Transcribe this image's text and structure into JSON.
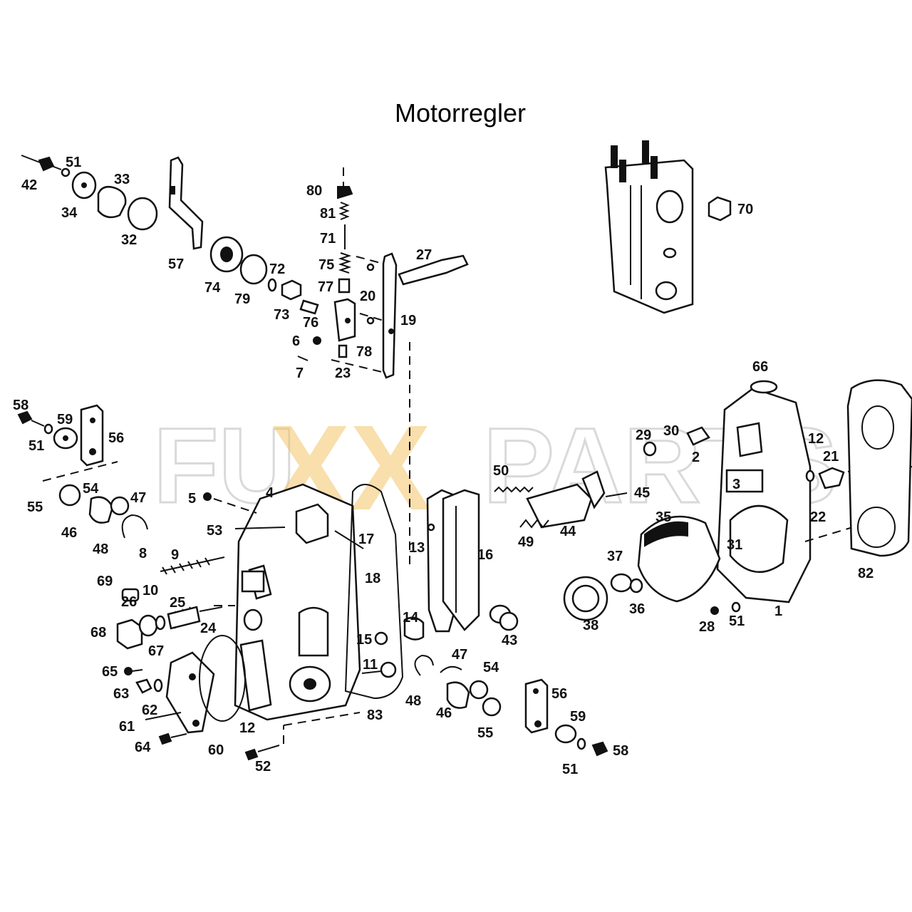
{
  "title": "Motorregler",
  "watermark": {
    "left": "FU",
    "middle": "XX",
    "right": "PARTS",
    "accent_color": "#f4c56a"
  },
  "labels": [
    {
      "id": "l42",
      "text": "42"
    },
    {
      "id": "l51a",
      "text": "51"
    },
    {
      "id": "l33",
      "text": "33"
    },
    {
      "id": "l34",
      "text": "34"
    },
    {
      "id": "l32",
      "text": "32"
    },
    {
      "id": "l57",
      "text": "57"
    },
    {
      "id": "l74",
      "text": "74"
    },
    {
      "id": "l79",
      "text": "79"
    },
    {
      "id": "l72",
      "text": "72"
    },
    {
      "id": "l73",
      "text": "73"
    },
    {
      "id": "l80",
      "text": "80"
    },
    {
      "id": "l81",
      "text": "81"
    },
    {
      "id": "l71",
      "text": "71"
    },
    {
      "id": "l75",
      "text": "75"
    },
    {
      "id": "l77",
      "text": "77"
    },
    {
      "id": "l76",
      "text": "76"
    },
    {
      "id": "l6",
      "text": "6"
    },
    {
      "id": "l78",
      "text": "78"
    },
    {
      "id": "l7",
      "text": "7"
    },
    {
      "id": "l23",
      "text": "23"
    },
    {
      "id": "l20",
      "text": "20"
    },
    {
      "id": "l19",
      "text": "19"
    },
    {
      "id": "l27",
      "text": "27"
    },
    {
      "id": "l70",
      "text": "70"
    },
    {
      "id": "l66",
      "text": "66"
    },
    {
      "id": "l58a",
      "text": "58"
    },
    {
      "id": "l59a",
      "text": "59"
    },
    {
      "id": "l56a",
      "text": "56"
    },
    {
      "id": "l51b",
      "text": "51"
    },
    {
      "id": "l55a",
      "text": "55"
    },
    {
      "id": "l54a",
      "text": "54"
    },
    {
      "id": "l47a",
      "text": "47"
    },
    {
      "id": "l46a",
      "text": "46"
    },
    {
      "id": "l48a",
      "text": "48"
    },
    {
      "id": "l5",
      "text": "5"
    },
    {
      "id": "l4",
      "text": "4"
    },
    {
      "id": "l53",
      "text": "53"
    },
    {
      "id": "l9",
      "text": "9"
    },
    {
      "id": "l8",
      "text": "8"
    },
    {
      "id": "l69",
      "text": "69"
    },
    {
      "id": "l10",
      "text": "10"
    },
    {
      "id": "l17",
      "text": "17"
    },
    {
      "id": "l18",
      "text": "18"
    },
    {
      "id": "l13",
      "text": "13"
    },
    {
      "id": "l16",
      "text": "16"
    },
    {
      "id": "l50",
      "text": "50"
    },
    {
      "id": "l45",
      "text": "45"
    },
    {
      "id": "l44",
      "text": "44"
    },
    {
      "id": "l49",
      "text": "49"
    },
    {
      "id": "l29",
      "text": "29"
    },
    {
      "id": "l30",
      "text": "30"
    },
    {
      "id": "l2",
      "text": "2"
    },
    {
      "id": "l12a",
      "text": "12"
    },
    {
      "id": "l21",
      "text": "21"
    },
    {
      "id": "l3",
      "text": "3"
    },
    {
      "id": "l22",
      "text": "22"
    },
    {
      "id": "l82",
      "text": "82"
    },
    {
      "id": "l35",
      "text": "35"
    },
    {
      "id": "l31",
      "text": "31"
    },
    {
      "id": "l37",
      "text": "37"
    },
    {
      "id": "l36",
      "text": "36"
    },
    {
      "id": "l38",
      "text": "38"
    },
    {
      "id": "l28",
      "text": "28"
    },
    {
      "id": "l51c",
      "text": "51"
    },
    {
      "id": "l1",
      "text": "1"
    },
    {
      "id": "l26",
      "text": "26"
    },
    {
      "id": "l25",
      "text": "25"
    },
    {
      "id": "l24",
      "text": "24"
    },
    {
      "id": "l68",
      "text": "68"
    },
    {
      "id": "l67",
      "text": "67"
    },
    {
      "id": "l65",
      "text": "65"
    },
    {
      "id": "l63",
      "text": "63"
    },
    {
      "id": "l62",
      "text": "62"
    },
    {
      "id": "l61",
      "text": "61"
    },
    {
      "id": "l64",
      "text": "64"
    },
    {
      "id": "l60",
      "text": "60"
    },
    {
      "id": "l12b",
      "text": "12"
    },
    {
      "id": "l52",
      "text": "52"
    },
    {
      "id": "l15",
      "text": "15"
    },
    {
      "id": "l11",
      "text": "11"
    },
    {
      "id": "l83",
      "text": "83"
    },
    {
      "id": "l14",
      "text": "14"
    },
    {
      "id": "l43",
      "text": "43"
    },
    {
      "id": "l47b",
      "text": "47"
    },
    {
      "id": "l54b",
      "text": "54"
    },
    {
      "id": "l48b",
      "text": "48"
    },
    {
      "id": "l46b",
      "text": "46"
    },
    {
      "id": "l55b",
      "text": "55"
    },
    {
      "id": "l56b",
      "text": "56"
    },
    {
      "id": "l59b",
      "text": "59"
    },
    {
      "id": "l58b",
      "text": "58"
    },
    {
      "id": "l51d",
      "text": "51"
    }
  ]
}
